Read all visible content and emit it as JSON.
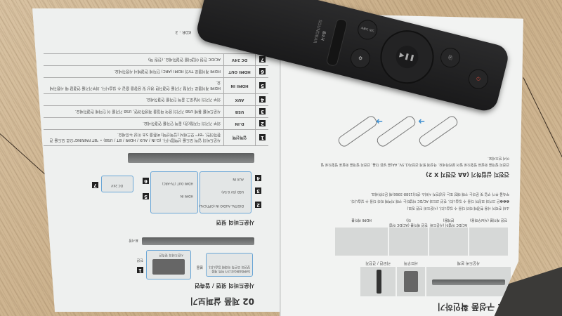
{
  "scene": {
    "description": "Photo of an upside-down Korean soundbar user manual with a remote control lying on it, on a wooden table",
    "orientation": "rotated 180 degrees"
  },
  "left_page": {
    "page_number": "KOR - 3",
    "connection_table": [
      {
        "num": "7",
        "port": "DC 24V",
        "desc": "AC/DC 전원 어댑터를 연결하세요. (전원 잭)"
      },
      {
        "num": "6",
        "port": "HDMI OUT",
        "desc": "HDMI 케이블로 TV의 HDMI (ARC) 단자에 연결해서 사용하세요."
      },
      {
        "num": "5",
        "port": "HDMI IN",
        "desc": "HDMI 케이블로 디지털 기기를 연결하면 영상 및 음향을 즐길 수 있습니다. 외부기기를 연결할 때 사용하세요."
      },
      {
        "num": "4",
        "port": "AUX",
        "desc": "외부 기기의 아날로그 출력 단자를 연결하세요."
      },
      {
        "num": "3",
        "port": "USB",
        "desc": "사운드바를 통해 USB 기기의 음악 파일을 재생하려면, USB 기기를 이 단자에 연결하세요."
      },
      {
        "num": "2",
        "port": "D.IN",
        "desc": "외부 기기의 디지털(광) 출력 단자를 연결하세요."
      },
      {
        "num": "1",
        "port": "입력선택",
        "desc": "사운드바의 입력 모드를 선택합니다. (D.IN / AUX / HDMI / BT / USB) • \"BT PAIRING\"으로 모드를 전환하려면, \"BT\" 모드에서 [입력선택] 버튼을 5초 이상 누르세요."
      }
    ],
    "rear_panel": {
      "title": "사운드바의 뒷면",
      "labels": [
        {
          "num": "7",
          "text": "DC 24V"
        },
        {
          "num": "6",
          "text": "HDMI OUT (TV-ARC)"
        },
        {
          "num": "5",
          "text": "HDMI IN"
        },
        {
          "num": "4",
          "text": "AUX IN"
        },
        {
          "num": "3",
          "text": "USB (5V 0.5A)"
        },
        {
          "num": "2",
          "text": "DIGITAL AUDIO IN (OPTICAL)"
        }
      ]
    },
    "top_panel": {
      "title": "사운드바의 윗면 / 앞측면",
      "labels": [
        "표시창",
        "전원",
        "볼륨",
        "1",
        "사운드바의 윗측면"
      ],
      "callout": "SAMSUNG로고가 위쪽 제품 앞면의 오른쪽 아래에 있습니다."
    },
    "section_title": "02 제품 살펴보기"
  },
  "right_page": {
    "battery_section": {
      "title": "건전지 삽입하기 (AA 건전지 X 2)",
      "text": "건전지 덮개를 화살표 방향으로 밀어 분리하세요. 극성에 맞게 건전지(1.5V, AA)를 넣은 다음, 건전지 덮개를 화살표 방향으로 밀어서 닫으세요."
    },
    "notes": [
      "소비 전력이 사용 환경에 따라 다를 수 있습니다. (사운드바 전원 정보)",
      "❶❷❸은 크기와 모양이 다를 수 있습니다. 전원 코드와 AC/DC 어댑터는 구매 지역에 따라 다를 수 있습니다.",
      "부속품 추가 구입 및 문의는 구매 매장 또는 삼성전자 서비스 센터(1588-3366)에 문의하세요."
    ],
    "components": [
      {
        "label": "사운드바 본체",
        "num": ""
      },
      {
        "label": "서브우퍼",
        "num": ""
      },
      {
        "label": "리모컨 / 건전지",
        "num": ""
      },
      {
        "label": "전원 케이블 (서브우퍼용)",
        "num": "1"
      },
      {
        "label": "AC/DC 어댑터 (사운드바 본체용)",
        "num": "2"
      },
      {
        "label": "전원 케이블 (AC/DC 어댑터)",
        "num": "3"
      },
      {
        "label": "HDMI 케이블",
        "num": ""
      }
    ],
    "section_title": "01 구성품 확인하기"
  },
  "remote": {
    "brand_text": "SOUNDBAR",
    "buttons": [
      "음소거",
      "사운드 모드",
      "설정",
      "재생/일시정지",
      "입력",
      "전원"
    ],
    "power_color": "#d24a3c"
  },
  "colors": {
    "accent_blue": "#6aa6d6",
    "paper": "#eef0ef",
    "wood": "#cfb690"
  }
}
